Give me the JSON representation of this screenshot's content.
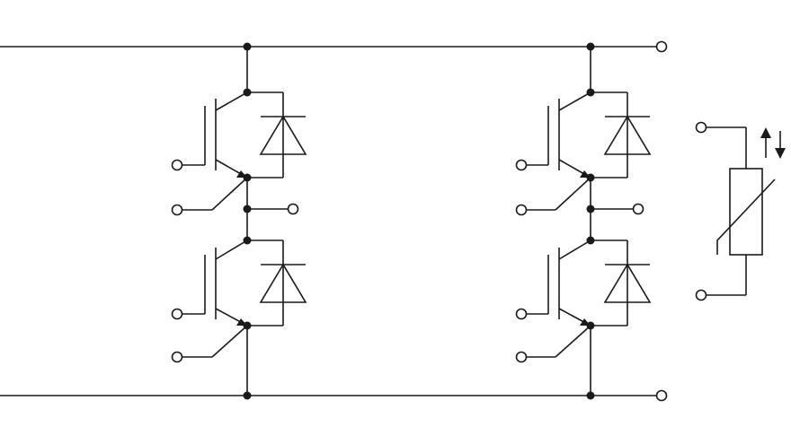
{
  "diagram": {
    "type": "power-module-schematic",
    "description_visible_text": [],
    "components": {
      "half_bridges": [
        {
          "id": "leg-1",
          "switches": [
            "igbt-high",
            "igbt-low"
          ],
          "freewheel_diodes": 2
        },
        {
          "id": "leg-2",
          "switches": [
            "igbt-high",
            "igbt-low"
          ],
          "freewheel_diodes": 2
        }
      ],
      "thermistor": {
        "id": "ntc",
        "kind": "temperature-sensor"
      }
    },
    "colors": {
      "line": "#1a1a1a",
      "background": "#ffffff"
    }
  }
}
